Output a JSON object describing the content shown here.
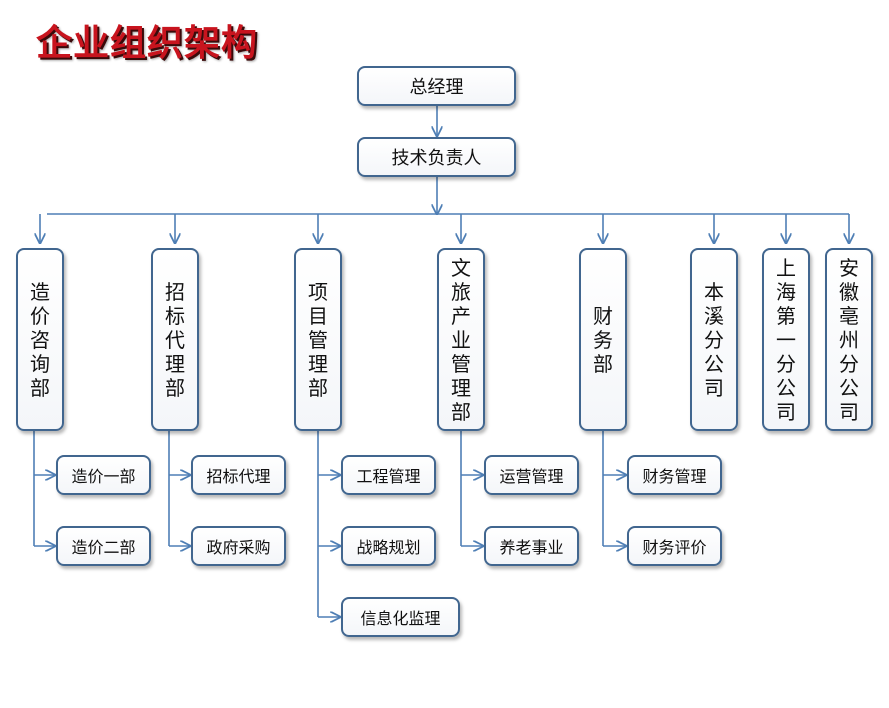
{
  "title": "企业组织架构",
  "colors": {
    "line": "#4f7fb5",
    "border": "#41668f",
    "title": "#c8141e"
  },
  "ceo": "总经理",
  "tech_lead": "技术负责人",
  "departments": [
    {
      "name": "造价咨询部",
      "subs": [
        "造价一部",
        "造价二部"
      ]
    },
    {
      "name": "招标代理部",
      "subs": [
        "招标代理",
        "政府采购"
      ]
    },
    {
      "name": "项目管理部",
      "subs": [
        "工程管理",
        "战略规划",
        "信息化监理"
      ]
    },
    {
      "name": "文旅产业管理部",
      "subs": [
        "运营管理",
        "养老事业"
      ]
    },
    {
      "name": "财务部",
      "subs": [
        "财务管理",
        "财务评价"
      ]
    },
    {
      "name": "本溪分公司",
      "subs": []
    },
    {
      "name": "上海第一分公司",
      "subs": []
    },
    {
      "name": "安徽亳州分公司",
      "subs": []
    }
  ]
}
